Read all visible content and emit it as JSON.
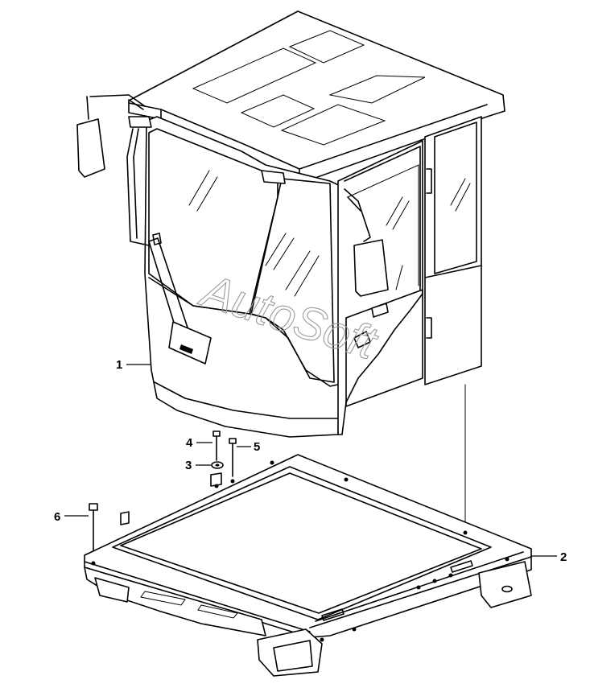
{
  "callouts": [
    {
      "id": "1",
      "label": "1"
    },
    {
      "id": "2",
      "label": "2"
    },
    {
      "id": "3",
      "label": "3"
    },
    {
      "id": "4",
      "label": "4"
    },
    {
      "id": "5",
      "label": "5"
    },
    {
      "id": "6",
      "label": "6"
    }
  ],
  "watermark": "AutoSoft",
  "colors": {
    "line": "#000000",
    "background": "#ffffff",
    "watermark": "#9a9a9a"
  }
}
